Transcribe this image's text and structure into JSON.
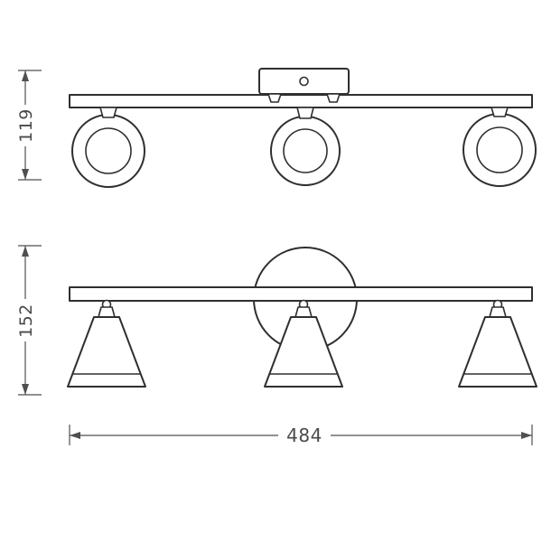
{
  "drawing": {
    "product": "three-head ceiling spotlight bar",
    "dimensions": {
      "front_height": "119",
      "side_height": "152",
      "overall_width": "484"
    },
    "colors": {
      "line": "#2f2f2f",
      "dimension_text": "#4a4a4a",
      "background": "#ffffff"
    }
  }
}
